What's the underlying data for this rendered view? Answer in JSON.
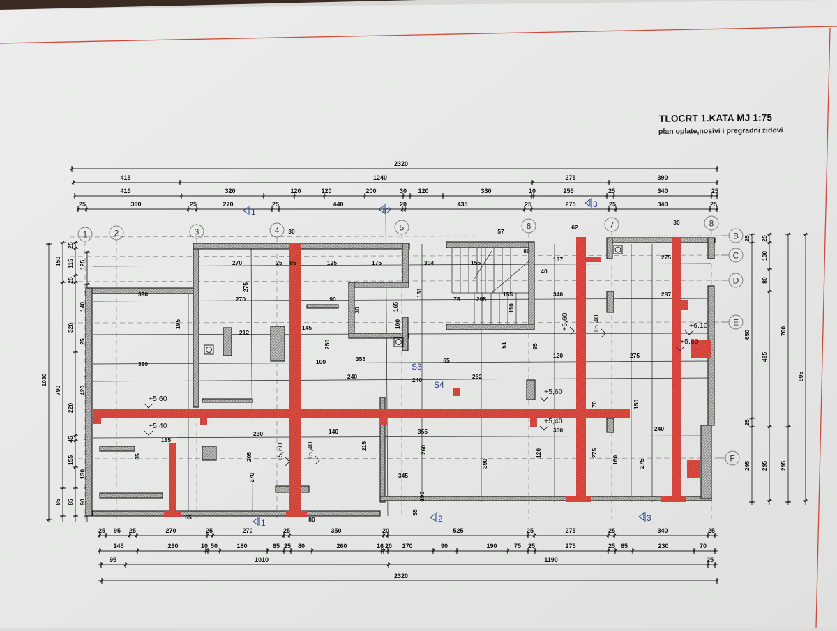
{
  "drawing": {
    "title": "TLOCRT 1.KATA  MJ 1:75",
    "subtitle": "plan oplate,nosivi i pregradni zidovi"
  },
  "colors": {
    "paper": "#e8e9e8",
    "ink": "#1b1b1b",
    "load_bearing_wall": "#d9463e",
    "section_marker": "#2a3f8a",
    "sheet_border": "#d04a3a"
  },
  "grid_axes": {
    "vertical": [
      "1",
      "2",
      "3",
      "4",
      "5",
      "6",
      "7",
      "8"
    ],
    "horizontal": [
      "B",
      "C",
      "D",
      "E",
      "F"
    ]
  },
  "section_markers": {
    "top": [
      "1",
      "2",
      "3"
    ],
    "bottom": [
      "1",
      "2",
      "3"
    ]
  },
  "section_labels": [
    "S3",
    "S4"
  ],
  "levels": [
    "+5,60",
    "+5,40",
    "+5,60",
    "+5,40",
    "+5,60",
    "+5,40",
    "+5,60",
    "+5,40",
    "+5,60",
    "+6,10"
  ],
  "dimensions": {
    "top": [
      [
        "2320"
      ],
      [
        "415",
        "1240",
        "275",
        "390"
      ],
      [
        "415",
        "320",
        "120",
        "120",
        "200",
        "30",
        "120",
        "330",
        "10",
        "255",
        "25",
        "340",
        "25"
      ],
      [
        "25",
        "390",
        "25",
        "270",
        "25",
        "440",
        "20",
        "435",
        "25",
        "275",
        "25",
        "340",
        "25"
      ]
    ],
    "bottom": [
      [
        "25",
        "95",
        "25",
        "270",
        "25",
        "270",
        "25",
        "350",
        "20",
        "525",
        "25",
        "275",
        "25",
        "340",
        "25"
      ],
      [
        "145",
        "260",
        "10",
        "50",
        "180",
        "65",
        "25",
        "80",
        "260",
        "16",
        "20",
        "170",
        "90",
        "190",
        "75",
        "25",
        "275",
        "25",
        "65",
        "230",
        "70"
      ],
      [
        "95",
        "1010",
        "1190",
        "25"
      ],
      [
        "2320"
      ]
    ],
    "right": [
      [
        "25",
        "650",
        "25",
        "295"
      ],
      [
        "25",
        "100",
        "80",
        "495",
        "295"
      ],
      [
        "700",
        "295"
      ],
      [
        "995"
      ]
    ],
    "left": [
      [
        "1030"
      ],
      [
        "150",
        "790",
        "85"
      ],
      [
        "25",
        "115",
        "25",
        "320",
        "220",
        "45",
        "155",
        "85"
      ],
      [
        "125",
        "140",
        "25",
        "420",
        "130",
        "90"
      ]
    ]
  },
  "interior_labels": [
    "30",
    "270",
    "25",
    "85",
    "125",
    "175",
    "275",
    "270",
    "390",
    "195",
    "212",
    "390",
    "145",
    "90",
    "75",
    "155",
    "304",
    "131",
    "295",
    "155",
    "110",
    "137",
    "275",
    "287",
    "340",
    "120",
    "275",
    "355",
    "240",
    "240",
    "262",
    "185",
    "140",
    "215",
    "260",
    "355",
    "345",
    "390",
    "300",
    "120",
    "275",
    "240",
    "275",
    "205",
    "230",
    "270",
    "250",
    "100",
    "65",
    "65",
    "80",
    "80",
    "40",
    "57",
    "62",
    "30",
    "30",
    "165",
    "100",
    "51",
    "95",
    "70",
    "150",
    "160",
    "190",
    "55",
    "35"
  ]
}
